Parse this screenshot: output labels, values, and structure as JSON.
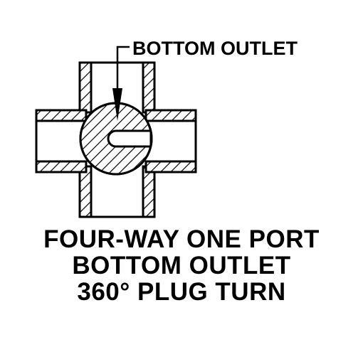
{
  "callout": {
    "label": "BOTTOM OUTLET"
  },
  "caption": {
    "line1": "FOUR-WAY ONE PORT",
    "line2": "BOTTOM OUTLET",
    "line3": "360° PLUG TURN"
  }
}
